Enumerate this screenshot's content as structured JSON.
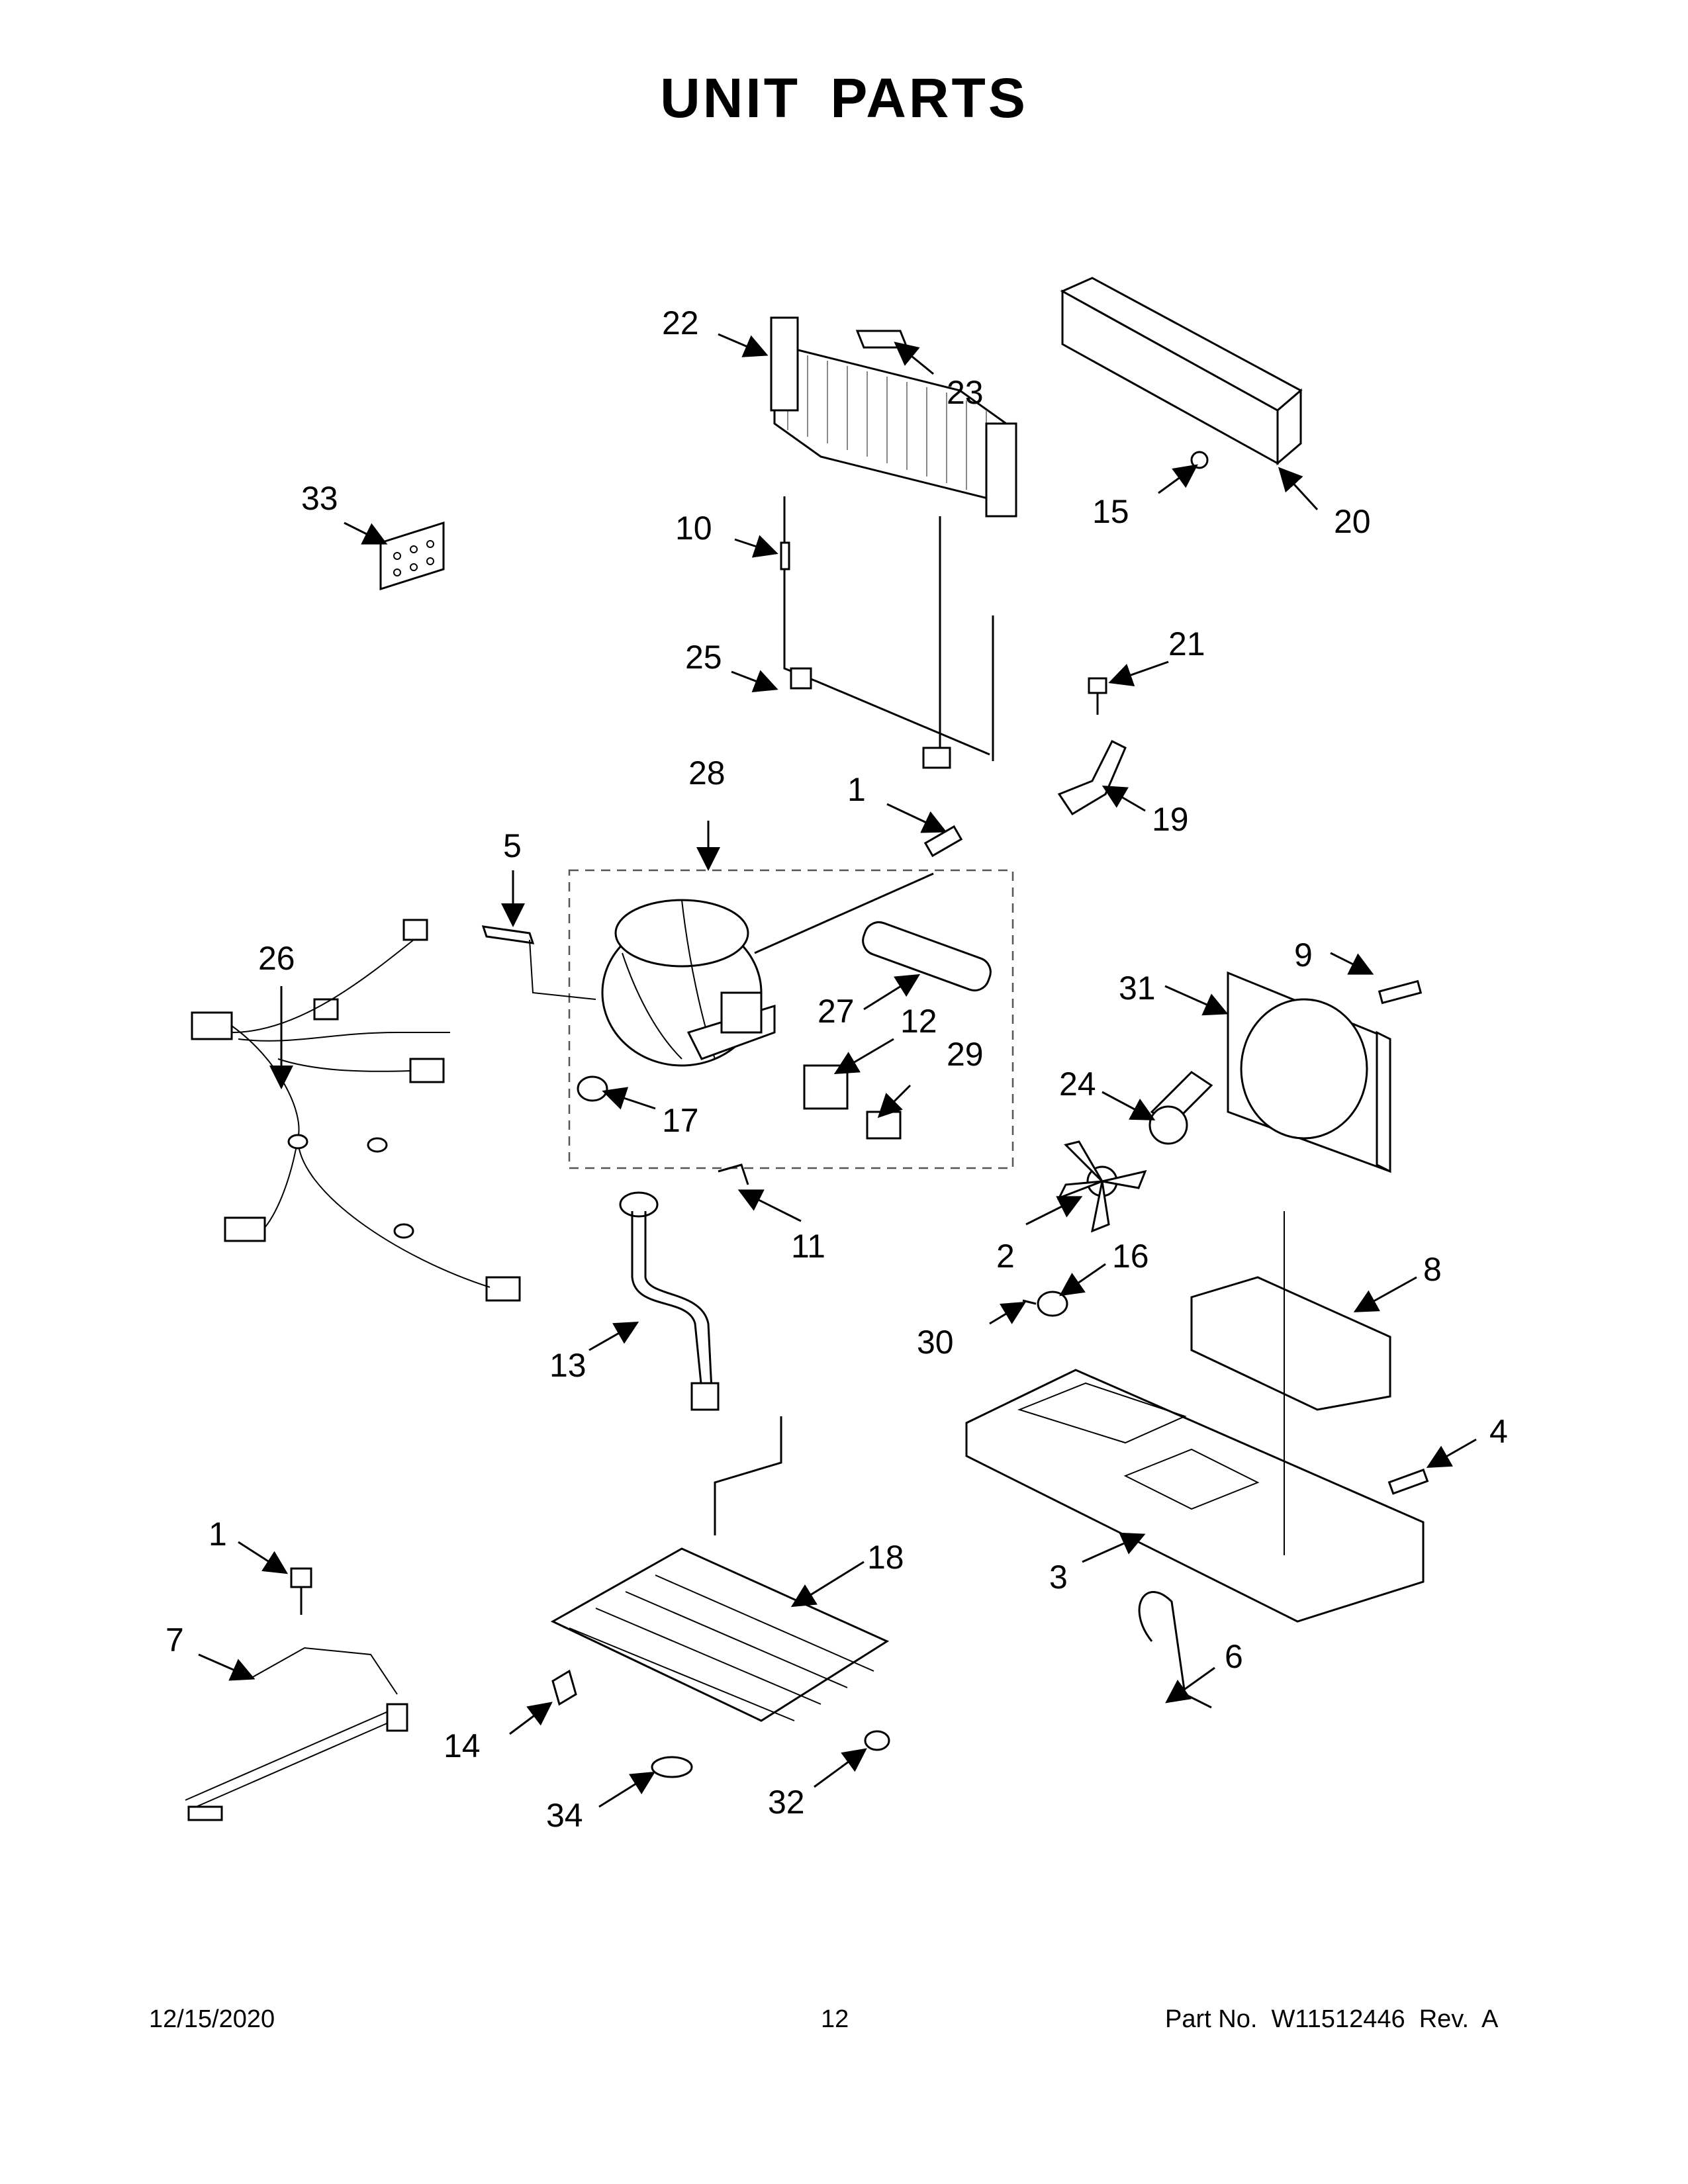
{
  "title": "UNIT  PARTS",
  "footer": {
    "date": "12/15/2020",
    "page": "12",
    "part_no": "Part No.  W11512446  Rev.  A"
  },
  "callouts": {
    "c1a": "1",
    "c1b": "1",
    "c2": "2",
    "c3": "3",
    "c4": "4",
    "c5": "5",
    "c6": "6",
    "c7": "7",
    "c8": "8",
    "c9": "9",
    "c10": "10",
    "c11": "11",
    "c12": "12",
    "c13": "13",
    "c14": "14",
    "c15": "15",
    "c16": "16",
    "c17": "17",
    "c18": "18",
    "c19": "19",
    "c20": "20",
    "c21": "21",
    "c22": "22",
    "c23": "23",
    "c24": "24",
    "c25": "25",
    "c26": "26",
    "c27": "27",
    "c28": "28",
    "c29": "29",
    "c30": "30",
    "c31": "31",
    "c32": "32",
    "c33": "33",
    "c34": "34"
  }
}
